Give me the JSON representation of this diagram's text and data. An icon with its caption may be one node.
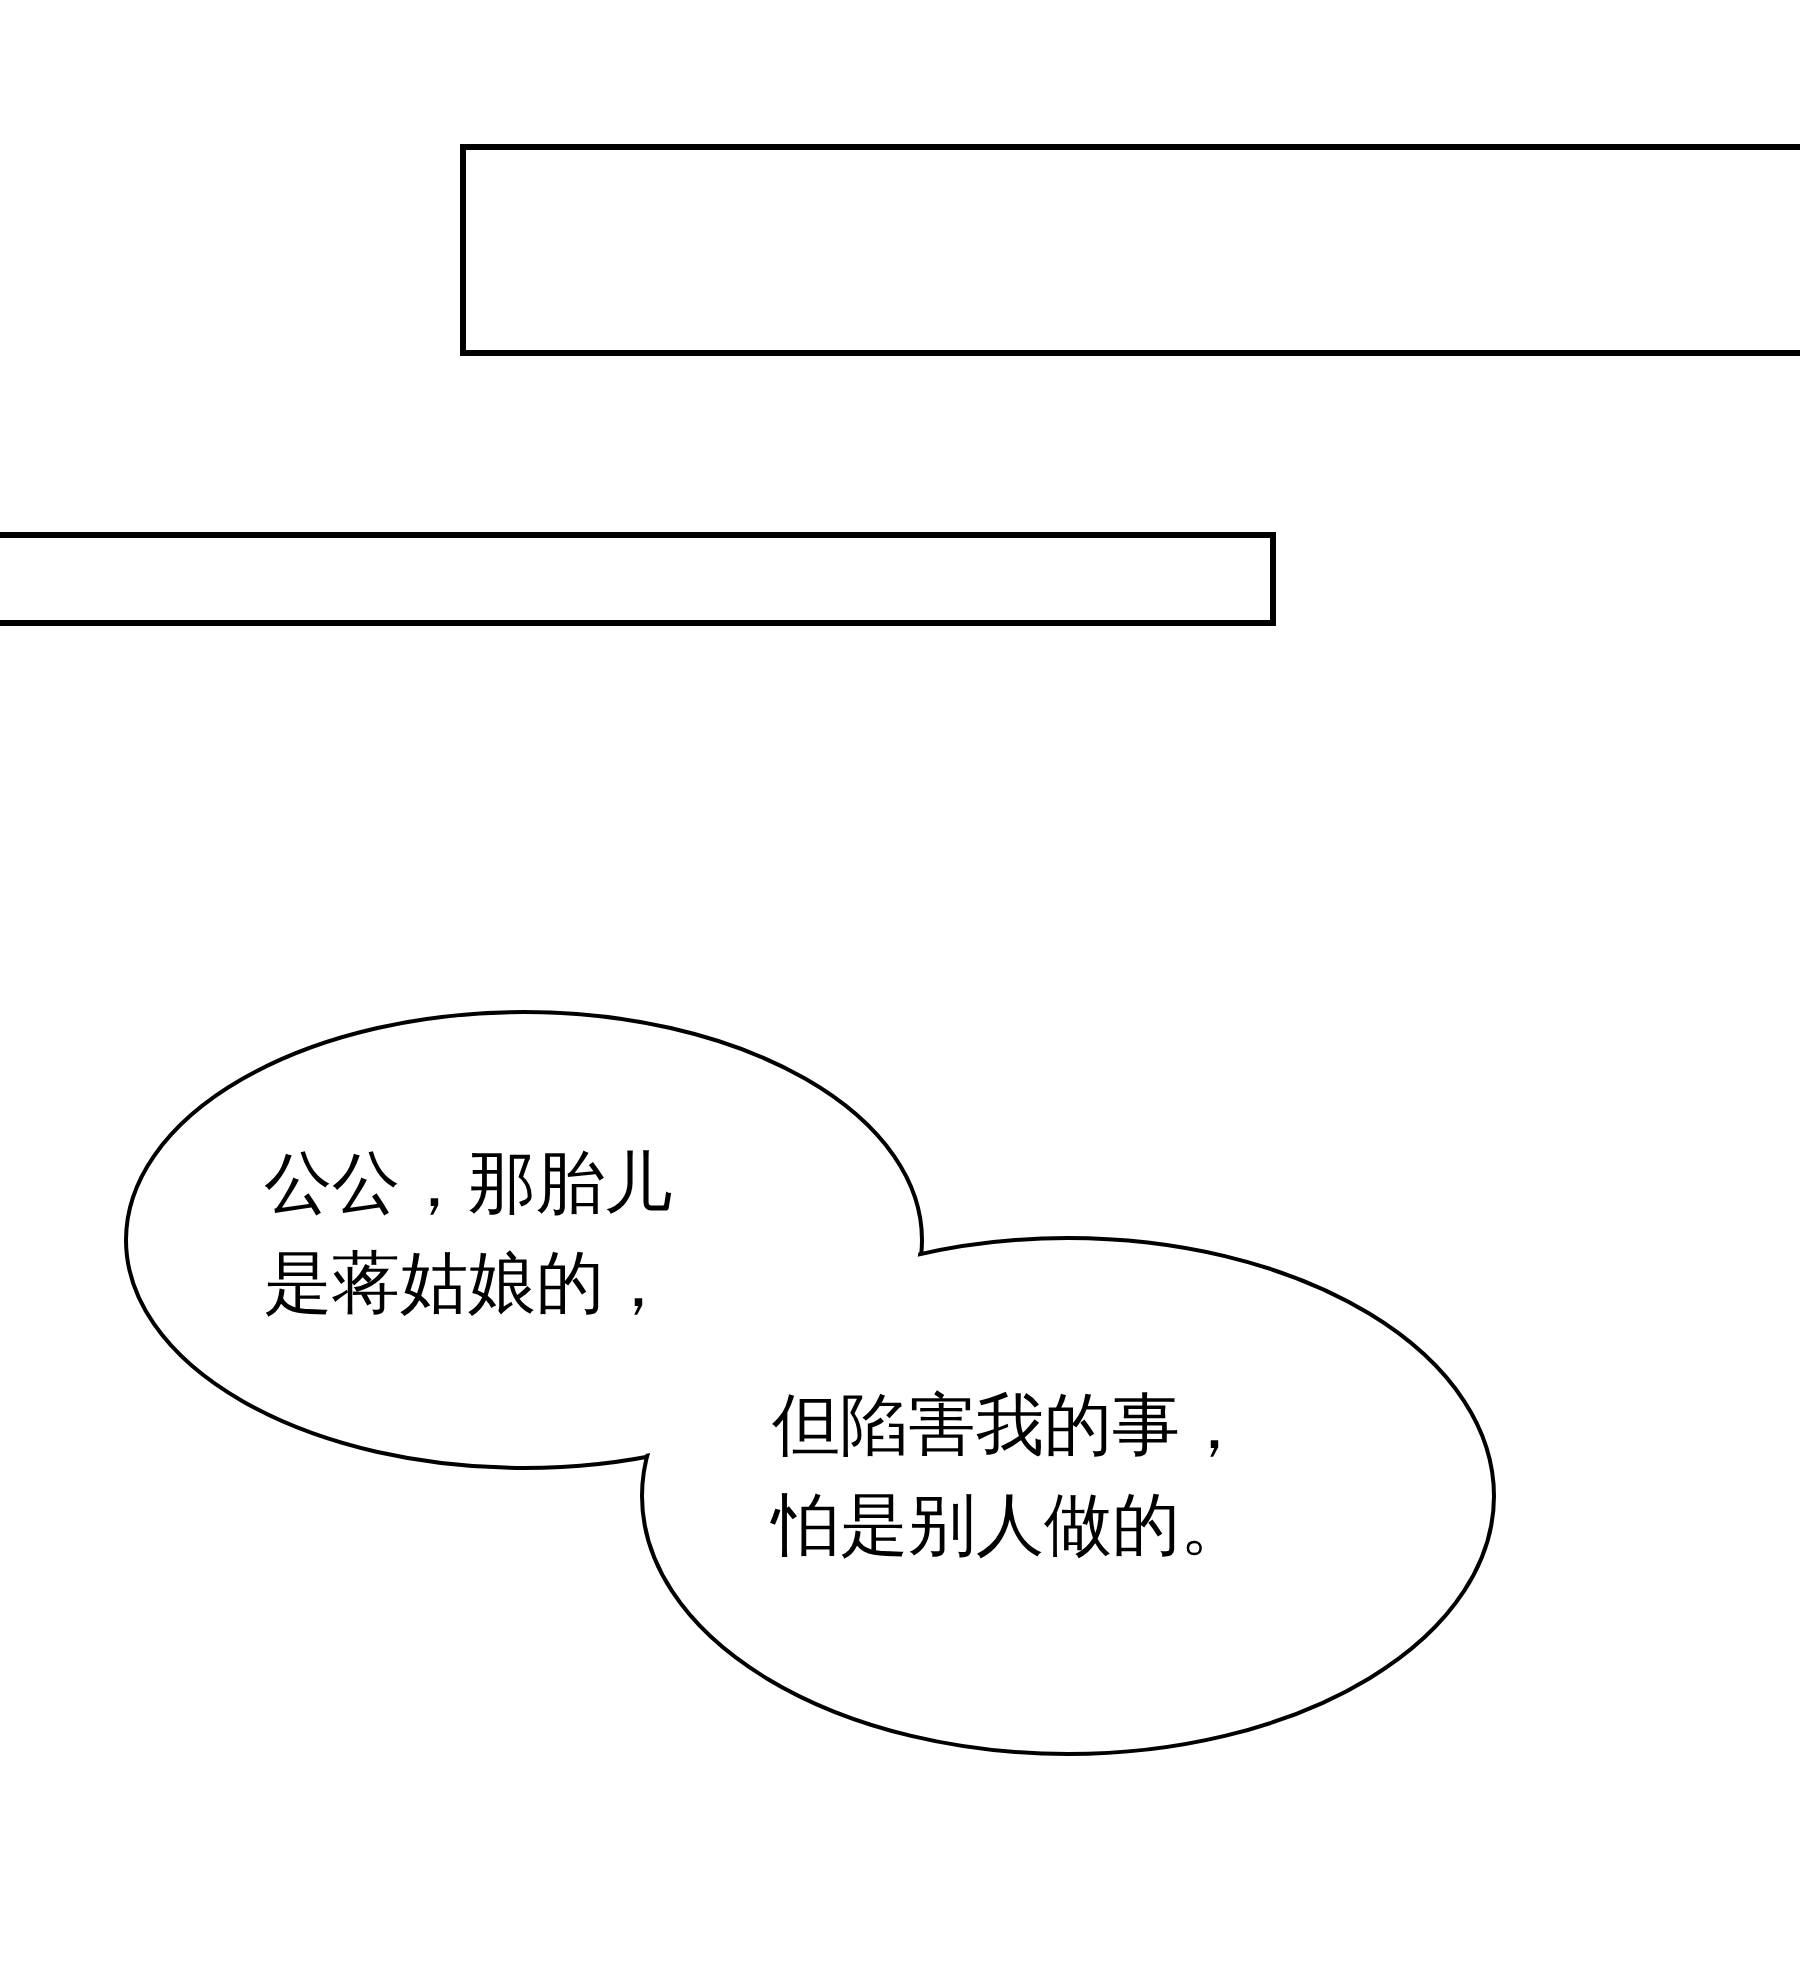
{
  "diagram": {
    "nodes": [
      {
        "text": [],
        "shape": "box"
      },
      {
        "text": [],
        "shape": "box"
      },
      {
        "text": [
          "公公，那胎儿是蒋姑娘的，"
        ]
      },
      {
        "text": [
          "但陷害我的事，怕是别人做的。"
        ]
      }
    ]
  }
}
